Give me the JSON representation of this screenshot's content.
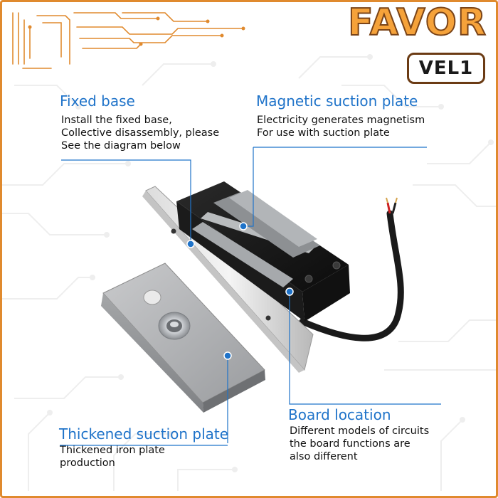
{
  "brand": {
    "name": "FAVOR",
    "model": "VEL1"
  },
  "labels": {
    "fixed_base": {
      "title": "Fixed base",
      "lines": [
        "Install the fixed base,",
        "Collective disassembly, please",
        "See the diagram below"
      ]
    },
    "magnetic_plate": {
      "title": "Magnetic suction plate",
      "lines": [
        "Electricity generates magnetism",
        "For use with suction plate"
      ]
    },
    "board_location": {
      "title": "Board location",
      "lines": [
        "Different models of circuits",
        "the board functions are",
        "also different"
      ]
    },
    "thickened_plate": {
      "title": "Thickened suction plate",
      "lines": [
        "Thickened iron plate",
        "production"
      ]
    }
  },
  "colors": {
    "accent": "#1f73c9",
    "brand_orange": "#f5a23a",
    "brand_outline": "#7a4418",
    "frame": "#e08a2e"
  }
}
